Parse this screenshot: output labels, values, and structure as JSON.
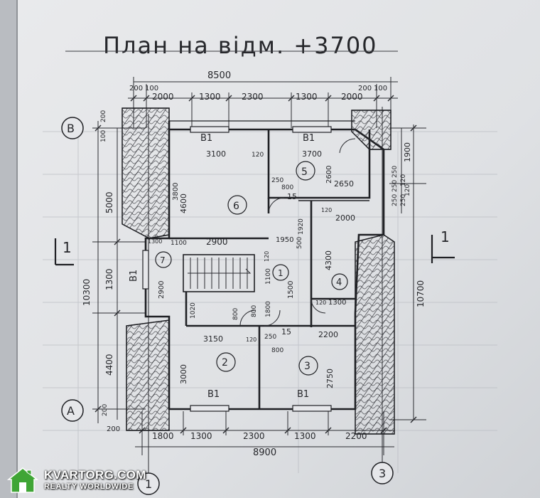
{
  "title": "План на відм. +3700",
  "axes": {
    "left_axis": "1",
    "right_axis": "3",
    "top_axis": "В",
    "bottom_axis": "А"
  },
  "section_marks": {
    "left": "1",
    "right": "1"
  },
  "dimensions": {
    "top_total": "8500",
    "top_small": [
      "200",
      "100",
      "200",
      "100"
    ],
    "top_chain": [
      "2000",
      "1300",
      "2300",
      "1300",
      "2000"
    ],
    "bottom_chain": [
      "1800",
      "1300",
      "2300",
      "1300",
      "2200"
    ],
    "bottom_total": "8900",
    "bottom_small": [
      "200"
    ],
    "left_total": "10300",
    "left_chain": [
      "5000",
      "1300",
      "4400"
    ],
    "left_small": [
      "200",
      "100",
      "200"
    ],
    "right_total": "10700",
    "right_chain": [
      "1900",
      "250",
      "250",
      "250",
      "250"
    ],
    "right_small": [
      "120",
      "120"
    ]
  },
  "windows": [
    "В1",
    "В1",
    "В1",
    "В1",
    "В1"
  ],
  "rooms": [
    {
      "number": "6",
      "dims": [
        "3100",
        "120",
        "3800",
        "4600",
        "2900",
        "1100"
      ]
    },
    {
      "number": "5",
      "dims": [
        "3700",
        "2600",
        "2650",
        "250",
        "800",
        "15"
      ]
    },
    {
      "number": "4",
      "dims": [
        "4300",
        "2000",
        "120",
        "1300",
        "120"
      ]
    },
    {
      "number": "7",
      "dims": [
        "1300",
        "2900"
      ]
    },
    {
      "number": "1",
      "dims": [
        "1950",
        "500",
        "1920",
        "1100",
        "1500",
        "1800",
        "800",
        "120"
      ]
    },
    {
      "number": "2",
      "dims": [
        "3150",
        "120",
        "3000",
        "1020",
        "800"
      ]
    },
    {
      "number": "3",
      "dims": [
        "2200",
        "2750",
        "800",
        "250",
        "15"
      ]
    }
  ],
  "watermark": {
    "brand": "KVARTORG.COM",
    "tagline": "REALTY WORLDWIDE"
  }
}
